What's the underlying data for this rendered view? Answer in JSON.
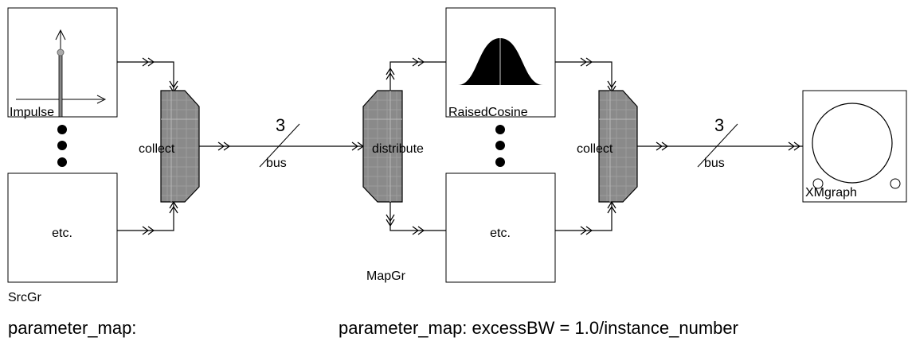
{
  "blocks": {
    "impulse_label": "Impulse",
    "src_etc_label": "etc.",
    "collect1_label": "collect",
    "distribute_label": "distribute",
    "raisedcosine_label": "RaisedCosine",
    "map_etc_label": "etc.",
    "collect2_label": "collect",
    "xmgraph_label": "XMgraph"
  },
  "buses": [
    {
      "width": "3",
      "label": "bus"
    },
    {
      "width": "3",
      "label": "bus"
    }
  ],
  "galaxies": {
    "src_label": "SrcGr",
    "map_label": "MapGr"
  },
  "parameters": {
    "src_map": "parameter_map:",
    "map_map": "parameter_map: excessBW = 1.0/instance_number"
  },
  "icons": [
    "impulse-icon",
    "raised-cosine-icon",
    "xmgraph-icon",
    "ellipsis-dots-icon",
    "double-arrow-icon"
  ]
}
